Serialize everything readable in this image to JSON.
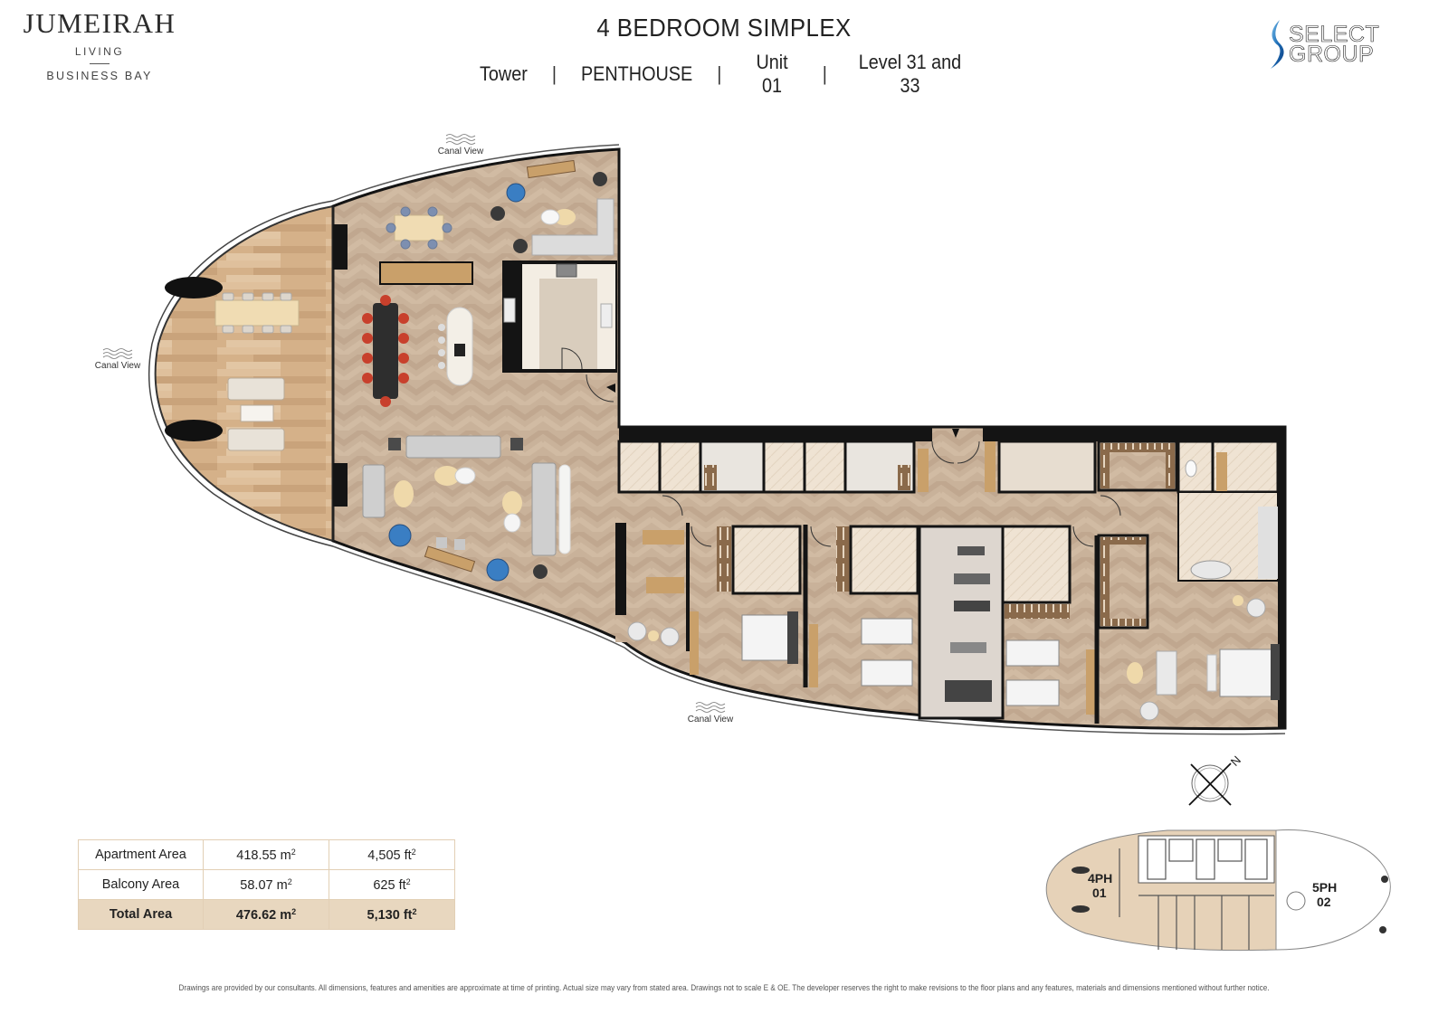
{
  "brand_left": {
    "name": "JUMEIRAH",
    "line2": "LIVING",
    "line3": "BUSINESS BAY"
  },
  "header": {
    "title": "4 BEDROOM SIMPLEX",
    "subtitle": {
      "building": "Tower",
      "type": "PENTHOUSE",
      "unit": "Unit 01",
      "level": "Level 31 and 33",
      "separator": "|"
    }
  },
  "brand_right": {
    "line1": "SELECT",
    "line2": "GROUP",
    "accent_color": "#1f6fb8"
  },
  "plan": {
    "view_labels": [
      {
        "id": "north",
        "text": "Canal View",
        "icon": "waves-icon"
      },
      {
        "id": "west",
        "text": "Canal View",
        "icon": "waves-icon"
      },
      {
        "id": "south",
        "text": "Canal View",
        "icon": "waves-icon"
      }
    ],
    "colors": {
      "wall": "#141414",
      "herringbone_floor": "#c9b29a",
      "plank_floor": "#d7b58e",
      "tile_floor": "#eee0cf",
      "gym_floor": "#ddd6cf",
      "dining_chair_red": "#c8402c",
      "armchair_blue": "#3d7fbf"
    }
  },
  "area_table": {
    "rows": [
      {
        "label": "Apartment Area",
        "metric_value": "418.55 m",
        "imperial_value": "4,505 ft"
      },
      {
        "label": "Balcony Area",
        "metric_value": "58.07 m",
        "imperial_value": "625 ft"
      },
      {
        "label": "Total Area",
        "metric_value": "476.62 m",
        "imperial_value": "5,130 ft"
      }
    ],
    "superscript": "2",
    "total_row_color": "#e8d7bf"
  },
  "compass": {
    "north_label": "N"
  },
  "keyplan": {
    "units": [
      {
        "label_line1": "4PH",
        "label_line2": "01",
        "highlighted": true
      },
      {
        "label_line1": "5PH",
        "label_line2": "02",
        "highlighted": false
      }
    ],
    "highlight_color": "#e6d2b8"
  },
  "disclaimer": "Drawings are provided by our consultants. All dimensions, features and amenities are approximate at time of printing.  Actual size may vary from stated area. Drawings not to scale E & OE. The developer reserves the right to make revisions to the floor plans and any features, materials and dimensions mentioned without further notice."
}
